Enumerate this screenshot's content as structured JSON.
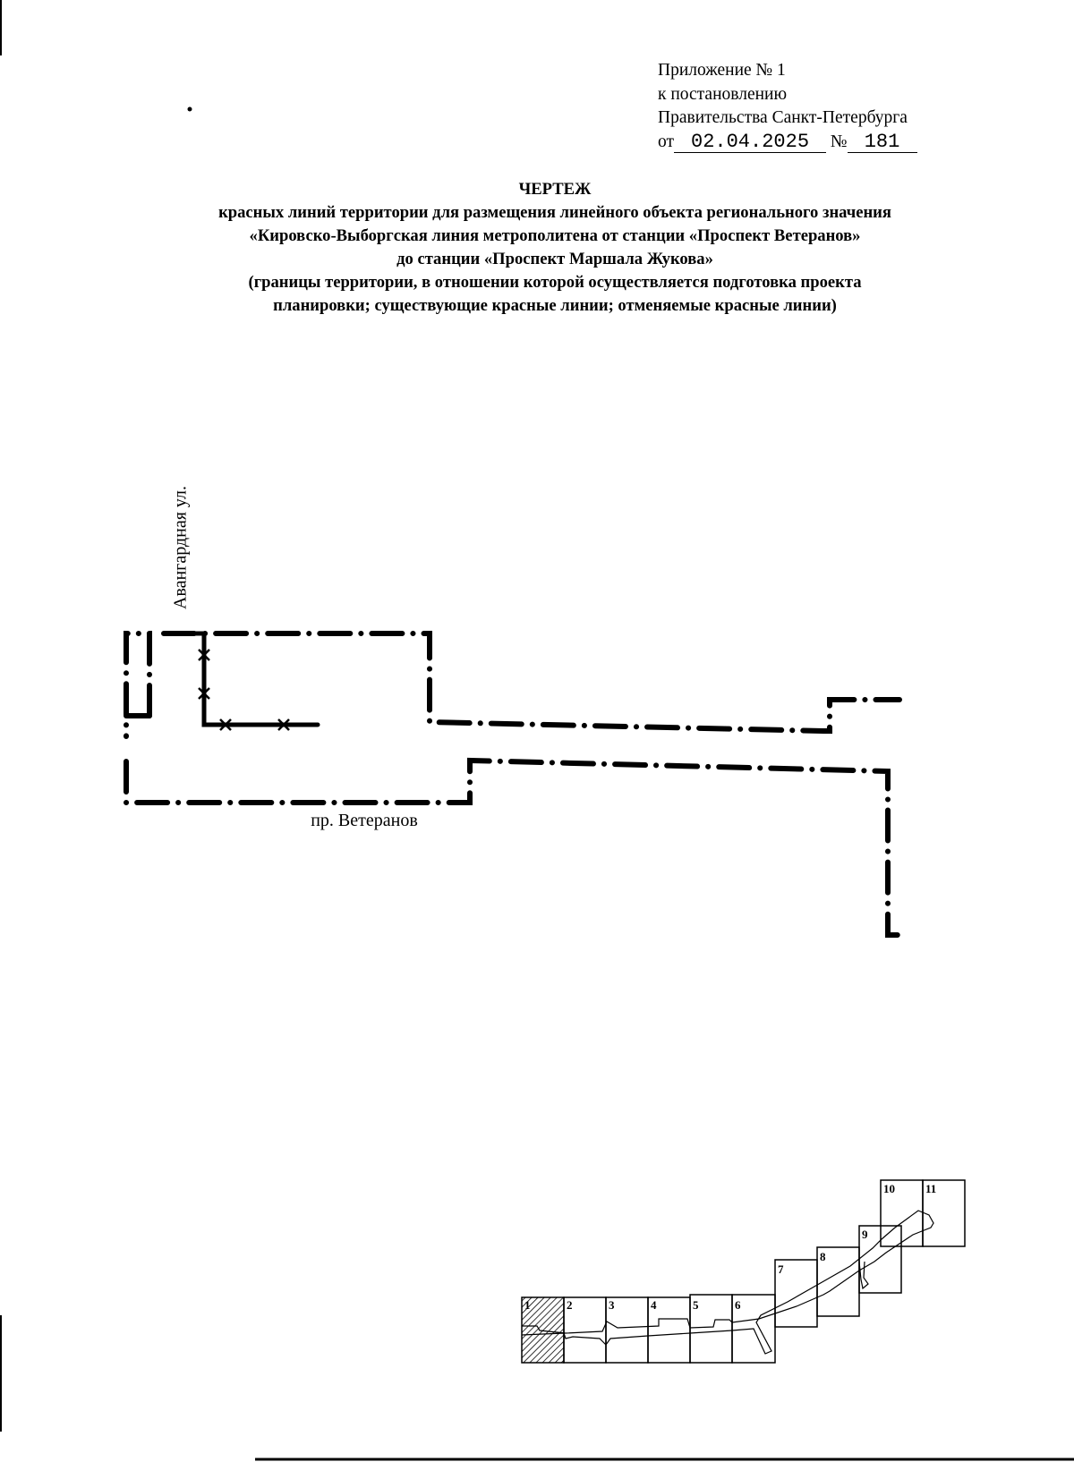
{
  "header": {
    "line1": "Приложение № 1",
    "line2": "к постановлению",
    "line3": "Правительства Санкт-Петербурга",
    "date_prefix": "от",
    "date": "02.04.2025",
    "number_prefix": "№",
    "number": "181"
  },
  "title": {
    "heading": "ЧЕРТЕЖ",
    "lines": [
      "красных линий территории для размещения линейного объекта регионального значения",
      "«Кировско-Выборгская линия метрополитена от станции «Проспект Ветеранов»",
      "до станции «Проспект Маршала Жукова»",
      "(границы территории, в отношении которой осуществляется подготовка проекта",
      "планировки; существующие красные линии; отменяемые красные линии)"
    ]
  },
  "drawing": {
    "street_vertical": "Авангардная ул.",
    "street_horizontal": "пр. Ветеранов",
    "line_color": "#000000"
  },
  "key_map": {
    "sheets": [
      "1",
      "2",
      "3",
      "4",
      "5",
      "6",
      "7",
      "8",
      "9",
      "10",
      "11"
    ],
    "current_sheet": "1"
  }
}
